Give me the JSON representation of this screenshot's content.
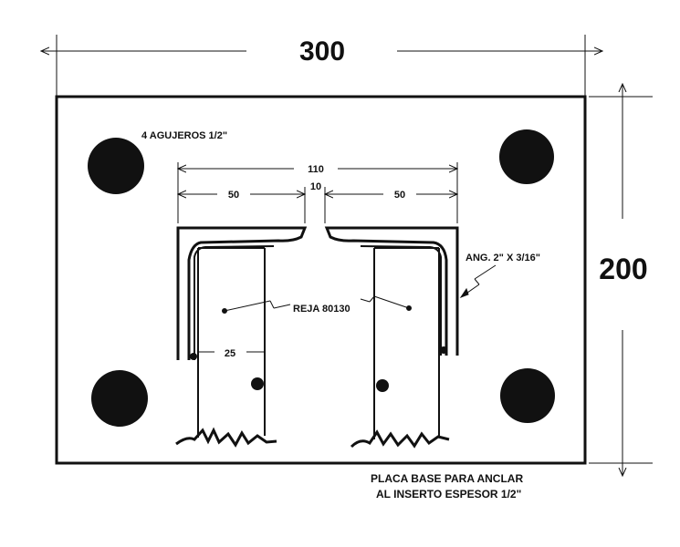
{
  "dimensions": {
    "width": "300",
    "height": "200",
    "total_gap": "110",
    "left_leg": "50",
    "right_leg": "50",
    "gap": "10",
    "post_width": "25"
  },
  "labels": {
    "holes": "4 AGUJEROS 1/2\"",
    "angle": "ANG.  2\" X 3/16\"",
    "grate": "REJA 80130",
    "caption_line1": "PLACA BASE PARA ANCLAR",
    "caption_line2": "AL INSERTO ESPESOR 1/2\""
  },
  "colors": {
    "ink": "#111111",
    "background": "#ffffff"
  }
}
